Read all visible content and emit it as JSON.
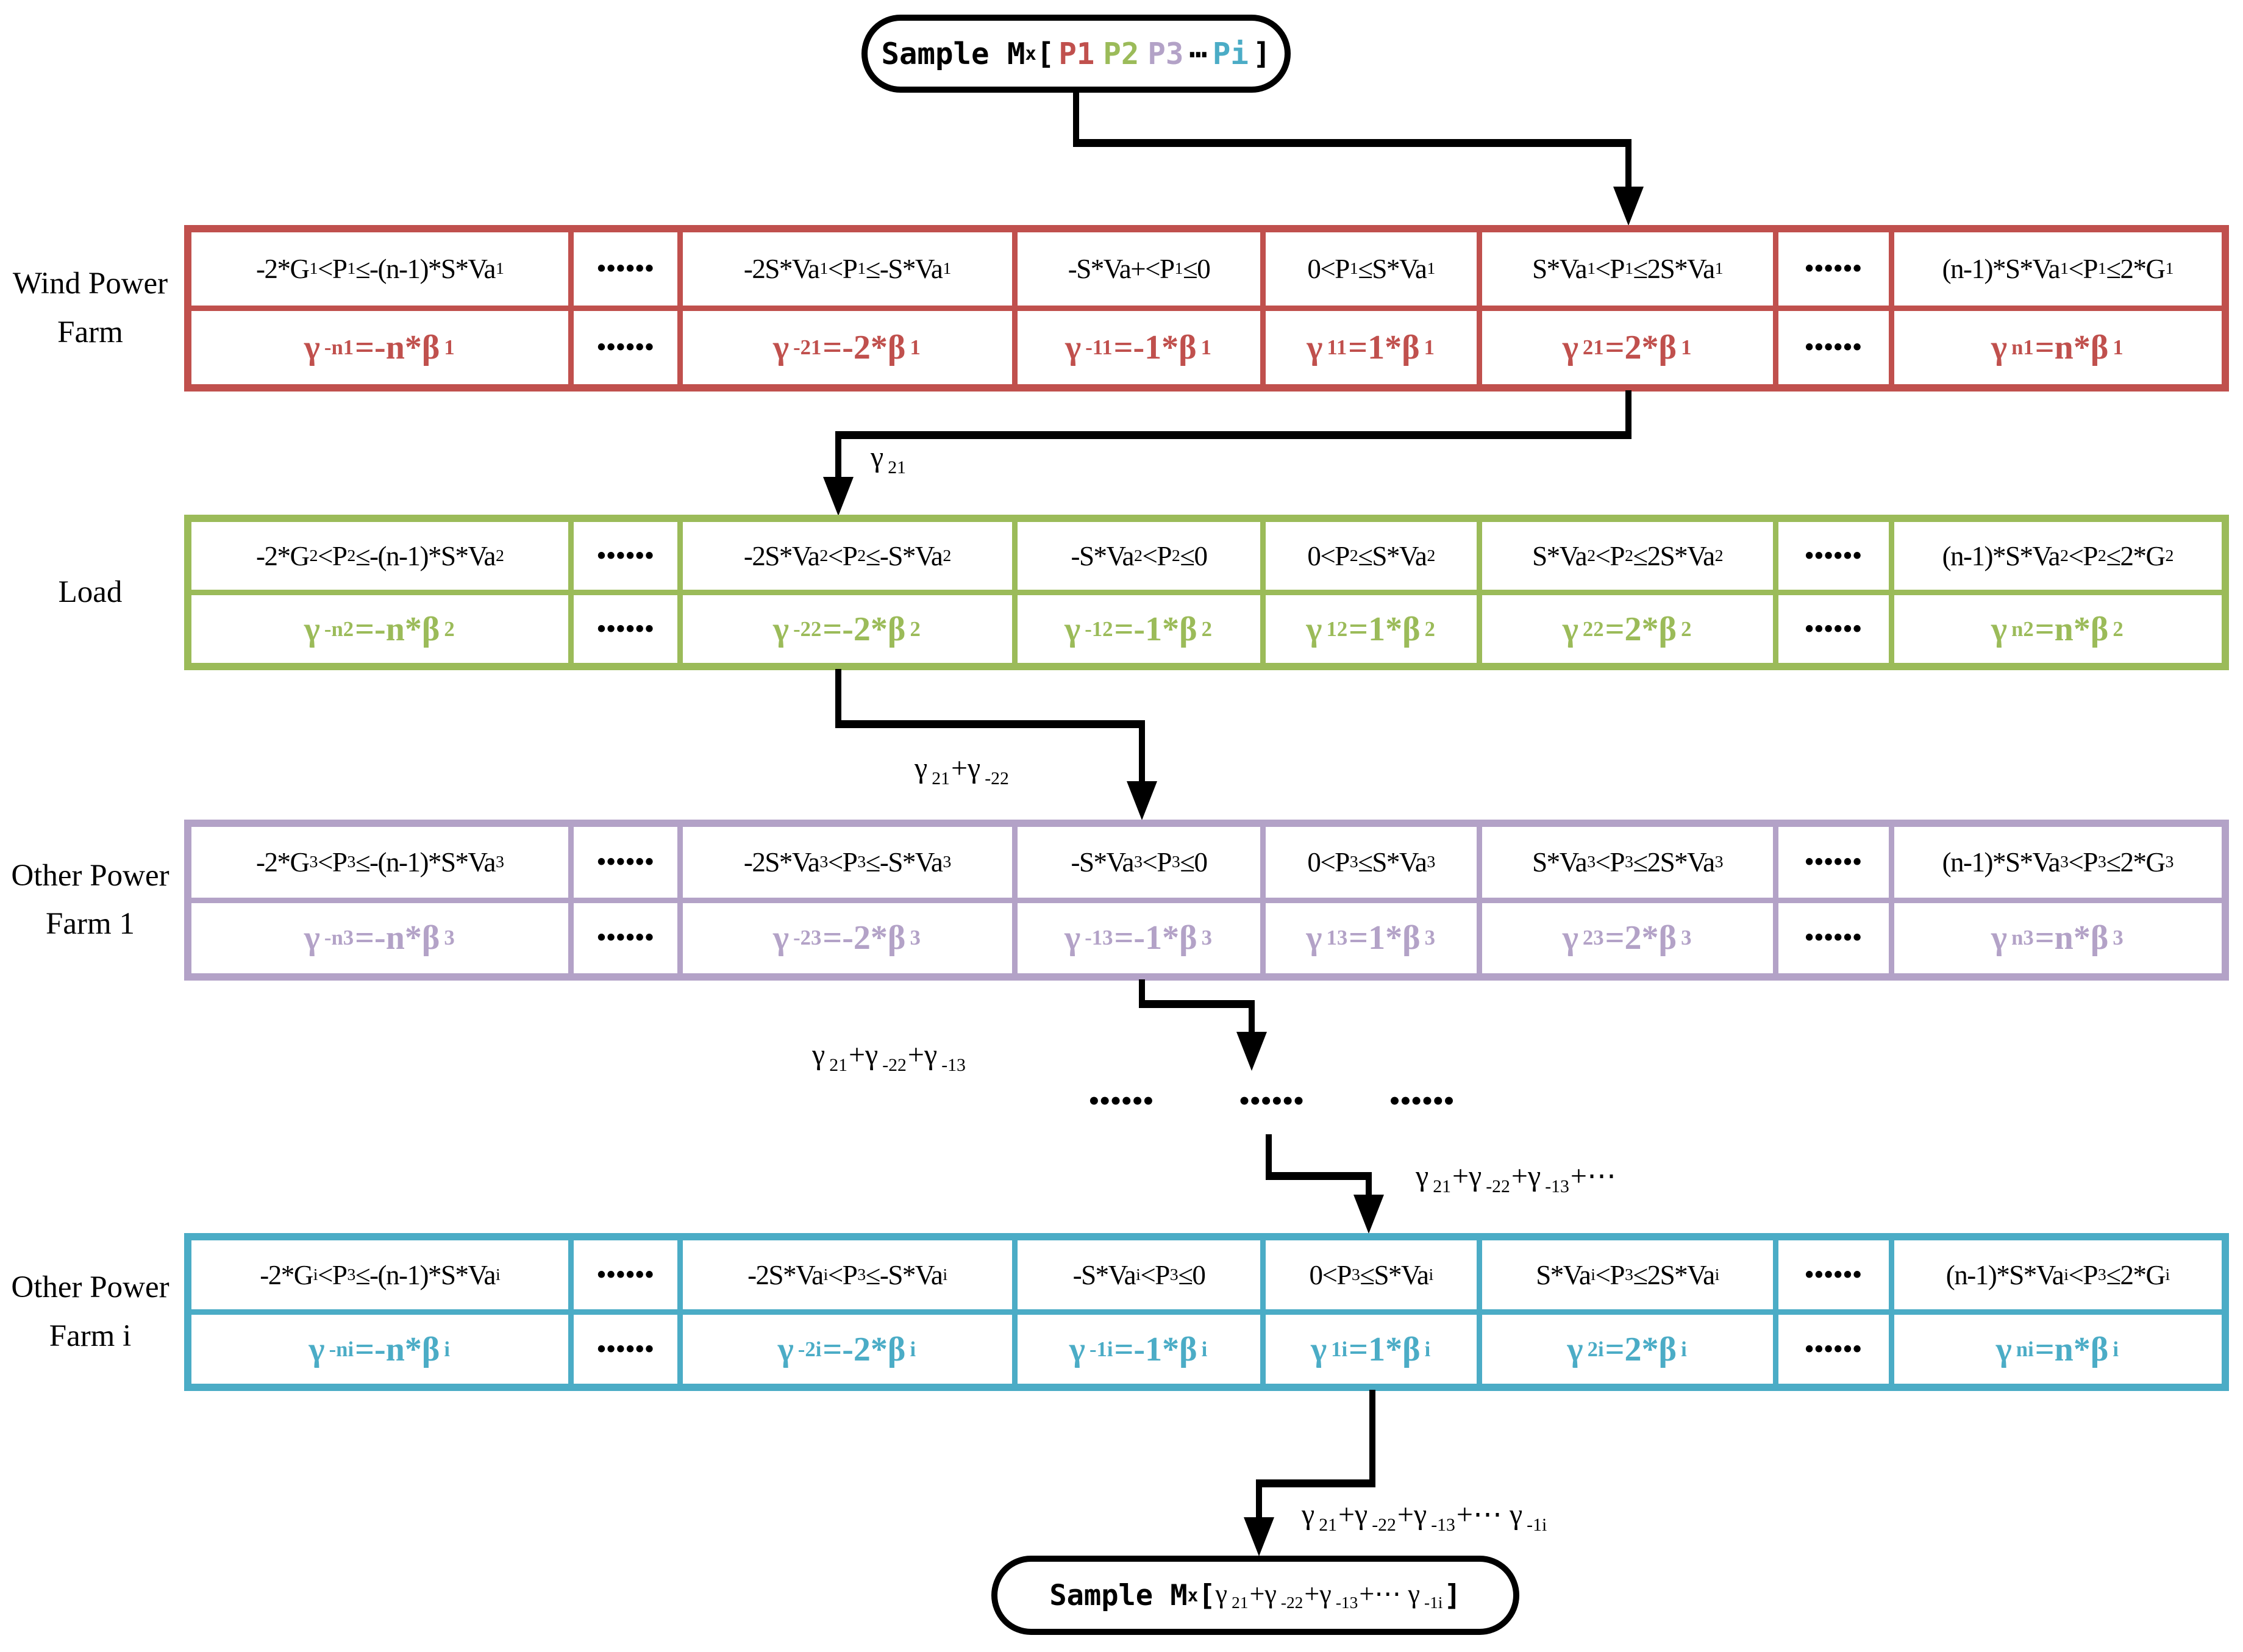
{
  "colors": {
    "wind_red": "#C0504D",
    "load_green": "#9BBB59",
    "farm1_purple": "#B3A2C7",
    "farmi_cyan": "#4BACC6",
    "line_black": "#000000"
  },
  "top_node": {
    "prefix": "Sample M",
    "prefix_sub": "x",
    "bracket_open": "[",
    "p_items": [
      {
        "text": "P1",
        "color": "wind_red"
      },
      {
        "text": "P2",
        "color": "load_green"
      },
      {
        "text": "P3",
        "color": "farm1_purple"
      },
      {
        "text": "⋯",
        "color": "line_black"
      },
      {
        "text": "Pi",
        "color": "farmi_cyan"
      }
    ],
    "bracket_close": "]"
  },
  "tables": [
    {
      "name": "wind-power-farm",
      "label_lines": [
        "Wind Power",
        "Farm"
      ],
      "theme": "wind_red",
      "conditions": [
        "-2*G_{1}<P_{1}≤-(n-1)*S*Va_{1}",
        "••••••",
        "-2S*Va_{1}<P_{1}≤-S*Va_{1}",
        "-S*Va+<P_{1}≤0",
        "0<P_{1}≤S*Va_{1}",
        "S*Va_{1}<P_{1}≤2S*Va_{1}",
        "••••••",
        "(n-1)*S*Va_{1}<P_{1}≤2*G_{1}"
      ],
      "gammas": [
        "γ_{-n1}=-n*β_{1}",
        "••••••",
        "γ_{-21}=-2*β_{1}",
        "γ_{-11}=-1*β_{1}",
        "γ_{11}=1*β_{1}",
        "γ_{21}=2*β_{1}",
        "••••••",
        "γ_{n1}=n*β_{1}"
      ]
    },
    {
      "name": "load",
      "label_lines": [
        "Load"
      ],
      "theme": "load_green",
      "conditions": [
        "-2*G_{2}<P_{2}≤-(n-1)*S*Va_{2}",
        "••••••",
        "-2S*Va_{2}<P_{2}≤-S*Va_{2}",
        "-S*Va_{2}<P_{2}≤0",
        "0<P_{2}≤S*Va_{2}",
        "S*Va_{2}<P_{2}≤2S*Va_{2}",
        "••••••",
        "(n-1)*S*Va_{2}<P_{2}≤2*G_{2}"
      ],
      "gammas": [
        "γ_{-n2}=-n*β_{2}",
        "••••••",
        "γ_{-22}=-2*β_{2}",
        "γ_{-12}=-1*β_{2}",
        "γ_{12}=1*β_{2}",
        "γ_{22}=2*β_{2}",
        "••••••",
        "γ_{n2}=n*β_{2}"
      ]
    },
    {
      "name": "other-power-farm-1",
      "label_lines": [
        "Other Power",
        "Farm 1"
      ],
      "theme": "farm1_purple",
      "conditions": [
        "-2*G_{3}<P_{3}≤-(n-1)*S*Va_{3}",
        "••••••",
        "-2S*Va_{3}<P_{3}≤-S*Va_{3}",
        "-S*Va_{3}<P_{3}≤0",
        "0<P_{3}≤S*Va_{3}",
        "S*Va_{3}<P_{3}≤2S*Va_{3}",
        "••••••",
        "(n-1)*S*Va_{3}<P_{3}≤2*G_{3}"
      ],
      "gammas": [
        "γ_{-n3}=-n*β_{3}",
        "••••••",
        "γ_{-23}=-2*β_{3}",
        "γ_{-13}=-1*β_{3}",
        "γ_{13}=1*β_{3}",
        "γ_{23}=2*β_{3}",
        "••••••",
        "γ_{n3}=n*β_{3}"
      ]
    },
    {
      "name": "other-power-farm-i",
      "label_lines": [
        "Other Power",
        "Farm i"
      ],
      "theme": "farmi_cyan",
      "conditions": [
        "-2*G_{i}<P_{3}≤-(n-1)*S*Va_{i}",
        "••••••",
        "-2S*Va_{i}<P_{3}≤-S*Va_{i}",
        "-S*Va_{i}<P_{3}≤0",
        "0<P_{3}≤S*Va_{i}",
        "S*Va_{i}<P_{3}≤2S*Va_{i}",
        "••••••",
        "(n-1)*S*Va_{i}<P_{3}≤2*G_{i}"
      ],
      "gammas": [
        "γ_{-ni}=-n*β_{i}",
        "••••••",
        "γ_{-2i}=-2*β_{i}",
        "γ_{-1i}=-1*β_{i}",
        "γ_{1i}=1*β_{i}",
        "γ_{2i}=2*β_{i}",
        "••••••",
        "γ_{ni}=n*β_{i}"
      ]
    }
  ],
  "arrows": {
    "to_load": {
      "label": "γ_{21}"
    },
    "to_farm1": {
      "label": "γ_{21}+γ_{-22}"
    },
    "to_ellipsis": {
      "label": "γ_{21}+γ_{-22}+γ_{-13}"
    },
    "to_farmi": {
      "label": "γ_{21}+γ_{-22}+γ_{-13}+⋯"
    },
    "to_result": {
      "label": "γ_{21}+γ_{-22}+γ_{-13}+⋯ γ_{-1i}"
    }
  },
  "ellipsis_row": [
    "••••••",
    "••••••",
    "••••••"
  ],
  "bottom_node": {
    "prefix": "Sample M",
    "prefix_sub": "x",
    "bracket_open": "[",
    "formula": "γ_{21}+γ_{-22}+γ_{-13}+⋯ γ_{-1i}",
    "bracket_close": "]"
  }
}
